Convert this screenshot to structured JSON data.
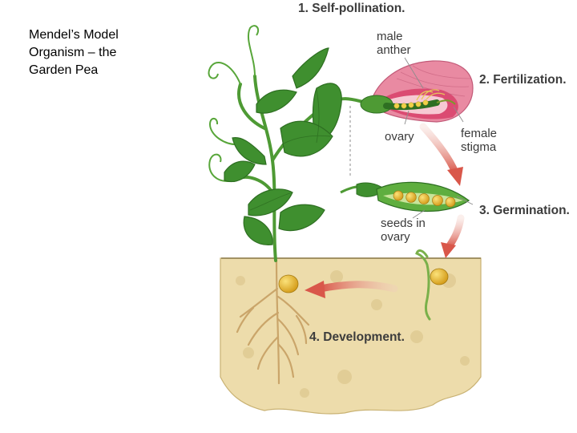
{
  "slide": {
    "title": "Mendel’s Model\nOrganism – the\nGarden Pea"
  },
  "diagram": {
    "steps": [
      {
        "number": "1.",
        "label": "Self-pollination."
      },
      {
        "number": "2.",
        "label": "Fertilization."
      },
      {
        "number": "3.",
        "label": "Germination."
      },
      {
        "number": "4.",
        "label": "Development."
      }
    ],
    "labels": {
      "male_anther": "male\nanther",
      "ovary": "ovary",
      "female_stigma": "female\nstigma",
      "seeds_in_ovary": "seeds in\novary"
    },
    "colors": {
      "leaf": "#3f8f2f",
      "leaf_dark": "#2e6f22",
      "soil": "#eadbaa",
      "flower": "#e98aa2",
      "seed": "#e2b62f",
      "arrow": "#d9574a"
    }
  }
}
